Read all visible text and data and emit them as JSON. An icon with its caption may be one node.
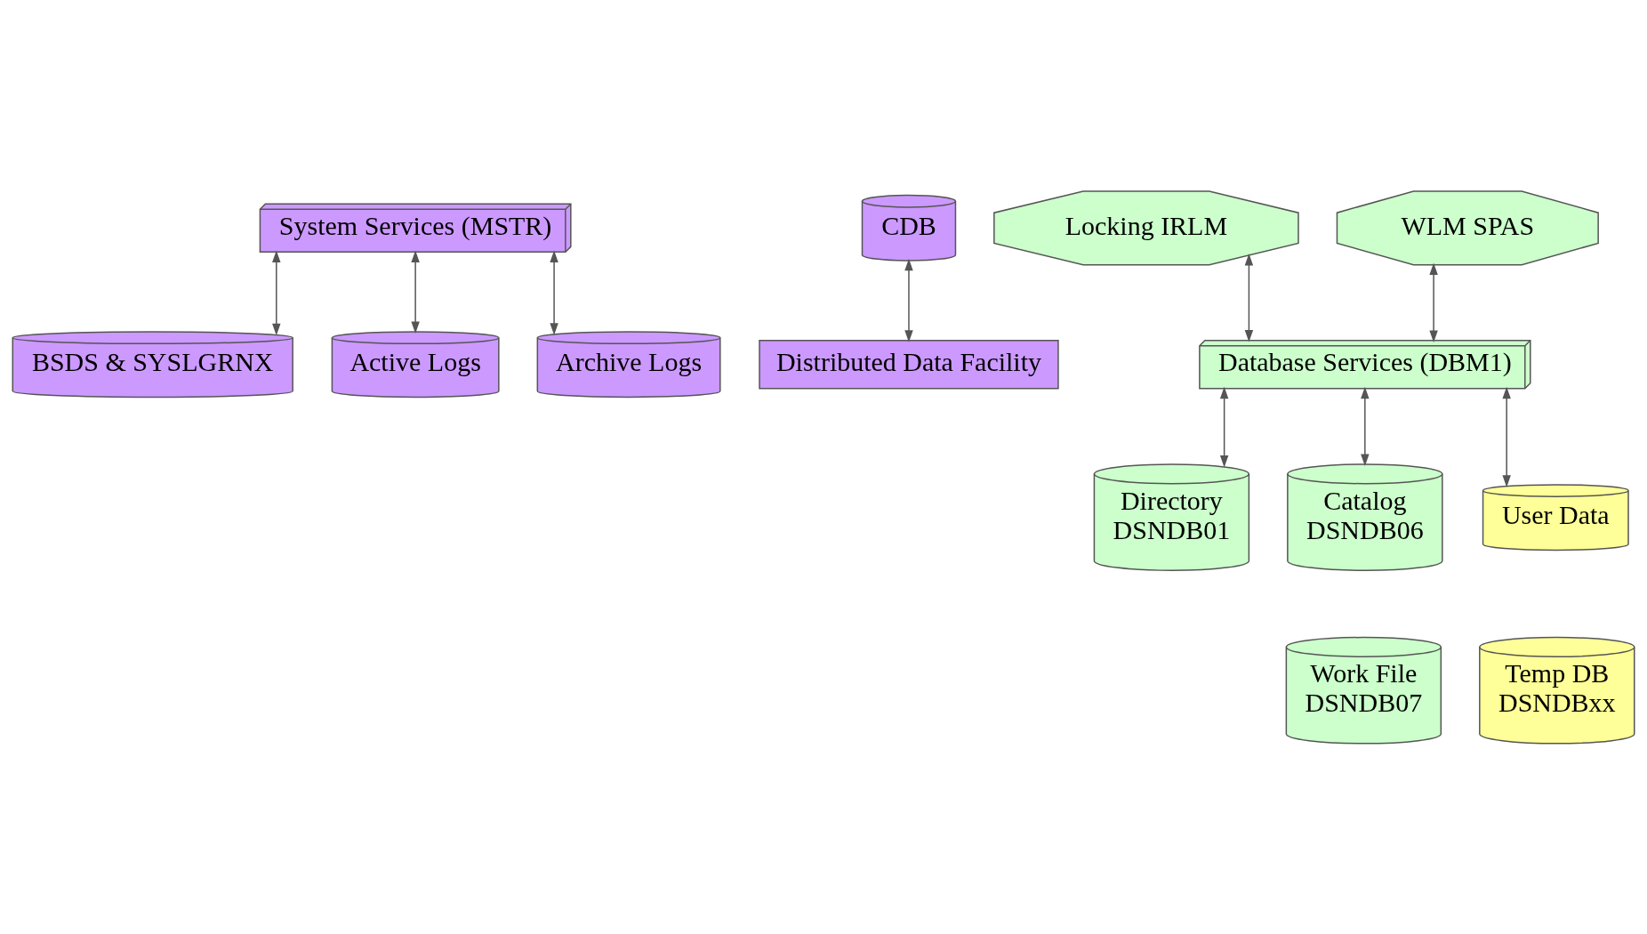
{
  "diagram": {
    "nodes": [
      {
        "text": [
          "System Services (MSTR)"
        ]
      },
      {
        "text": [
          "BSDS & SYSLGRNX"
        ]
      },
      {
        "text": [
          "Active Logs"
        ]
      },
      {
        "text": [
          "Archive Logs"
        ]
      },
      {
        "text": [
          "CDB"
        ]
      },
      {
        "text": [
          "Distributed Data Facility"
        ]
      },
      {
        "text": [
          "Locking IRLM"
        ]
      },
      {
        "text": [
          "WLM SPAS"
        ]
      },
      {
        "text": [
          "Database Services (DBM1)"
        ]
      },
      {
        "text": [
          "Directory",
          "DSNDB01"
        ]
      },
      {
        "text": [
          "Catalog",
          "DSNDB06"
        ]
      },
      {
        "text": [
          "User Data"
        ]
      },
      {
        "text": [
          "Work File",
          "DSNDB07"
        ]
      },
      {
        "text": [
          "Temp DB",
          "DSNDBxx"
        ]
      }
    ],
    "edges": [
      {
        "from": 0,
        "to": 1,
        "arrow": "both"
      },
      {
        "from": 0,
        "to": 2,
        "arrow": "both"
      },
      {
        "from": 0,
        "to": 3,
        "arrow": "both"
      },
      {
        "from": 4,
        "to": 5,
        "arrow": "both"
      },
      {
        "from": 6,
        "to": 8,
        "arrow": "both"
      },
      {
        "from": 7,
        "to": 8,
        "arrow": "both"
      },
      {
        "from": 8,
        "to": 9,
        "arrow": "both"
      },
      {
        "from": 8,
        "to": 10,
        "arrow": "both"
      },
      {
        "from": 8,
        "to": 11,
        "arrow": "both"
      }
    ]
  }
}
